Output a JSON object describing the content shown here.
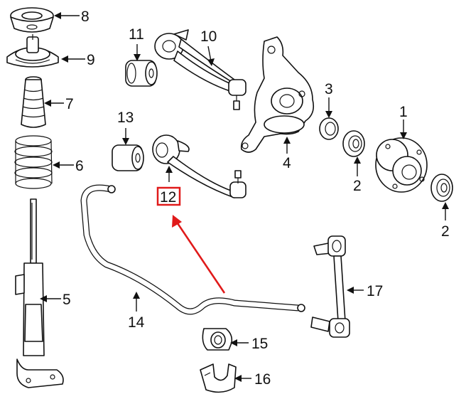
{
  "callouts": [
    "1",
    "2",
    "2",
    "3",
    "4",
    "5",
    "6",
    "7",
    "8",
    "9",
    "10",
    "11",
    "12",
    "13",
    "14",
    "15",
    "16",
    "17"
  ],
  "highlight": {
    "callout": "12",
    "color": "#e01a1a"
  }
}
